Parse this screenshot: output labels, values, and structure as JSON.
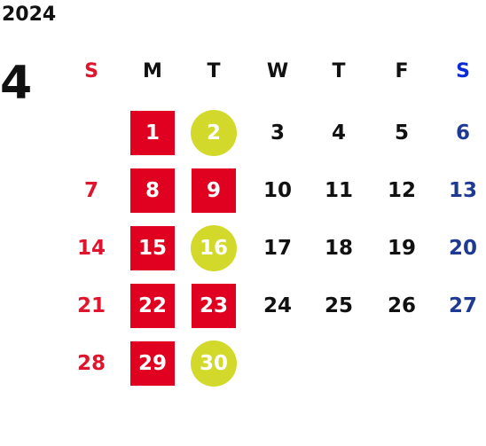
{
  "calendar": {
    "year": "2024",
    "month": "4",
    "colors": {
      "sunday": "#e0142c",
      "saturday_header": "#0a2bd6",
      "saturday": "#1f3a93",
      "weekday": "#111111",
      "holiday_fill": "#e00020",
      "special_fill": "#d2d92a"
    },
    "weekdays": [
      {
        "label": "S",
        "type": "sun"
      },
      {
        "label": "M",
        "type": "weekday"
      },
      {
        "label": "T",
        "type": "weekday"
      },
      {
        "label": "W",
        "type": "weekday"
      },
      {
        "label": "T",
        "type": "weekday"
      },
      {
        "label": "F",
        "type": "weekday"
      },
      {
        "label": "S",
        "type": "sat"
      }
    ],
    "days": [
      {
        "day": "1",
        "weekday": 1,
        "week": 0,
        "style": "holiday"
      },
      {
        "day": "2",
        "weekday": 2,
        "week": 0,
        "style": "special"
      },
      {
        "day": "3",
        "weekday": 3,
        "week": 0,
        "style": "normal"
      },
      {
        "day": "4",
        "weekday": 4,
        "week": 0,
        "style": "normal"
      },
      {
        "day": "5",
        "weekday": 5,
        "week": 0,
        "style": "normal"
      },
      {
        "day": "6",
        "weekday": 6,
        "week": 0,
        "style": "sat"
      },
      {
        "day": "7",
        "weekday": 0,
        "week": 1,
        "style": "sun"
      },
      {
        "day": "8",
        "weekday": 1,
        "week": 1,
        "style": "holiday"
      },
      {
        "day": "9",
        "weekday": 2,
        "week": 1,
        "style": "holiday"
      },
      {
        "day": "10",
        "weekday": 3,
        "week": 1,
        "style": "normal"
      },
      {
        "day": "11",
        "weekday": 4,
        "week": 1,
        "style": "normal"
      },
      {
        "day": "12",
        "weekday": 5,
        "week": 1,
        "style": "normal"
      },
      {
        "day": "13",
        "weekday": 6,
        "week": 1,
        "style": "sat"
      },
      {
        "day": "14",
        "weekday": 0,
        "week": 2,
        "style": "sun"
      },
      {
        "day": "15",
        "weekday": 1,
        "week": 2,
        "style": "holiday"
      },
      {
        "day": "16",
        "weekday": 2,
        "week": 2,
        "style": "special"
      },
      {
        "day": "17",
        "weekday": 3,
        "week": 2,
        "style": "normal"
      },
      {
        "day": "18",
        "weekday": 4,
        "week": 2,
        "style": "normal"
      },
      {
        "day": "19",
        "weekday": 5,
        "week": 2,
        "style": "normal"
      },
      {
        "day": "20",
        "weekday": 6,
        "week": 2,
        "style": "sat"
      },
      {
        "day": "21",
        "weekday": 0,
        "week": 3,
        "style": "sun"
      },
      {
        "day": "22",
        "weekday": 1,
        "week": 3,
        "style": "holiday"
      },
      {
        "day": "23",
        "weekday": 2,
        "week": 3,
        "style": "holiday"
      },
      {
        "day": "24",
        "weekday": 3,
        "week": 3,
        "style": "normal"
      },
      {
        "day": "25",
        "weekday": 4,
        "week": 3,
        "style": "normal"
      },
      {
        "day": "26",
        "weekday": 5,
        "week": 3,
        "style": "normal"
      },
      {
        "day": "27",
        "weekday": 6,
        "week": 3,
        "style": "sat"
      },
      {
        "day": "28",
        "weekday": 0,
        "week": 4,
        "style": "sun"
      },
      {
        "day": "29",
        "weekday": 1,
        "week": 4,
        "style": "holiday"
      },
      {
        "day": "30",
        "weekday": 2,
        "week": 4,
        "style": "special"
      }
    ]
  }
}
